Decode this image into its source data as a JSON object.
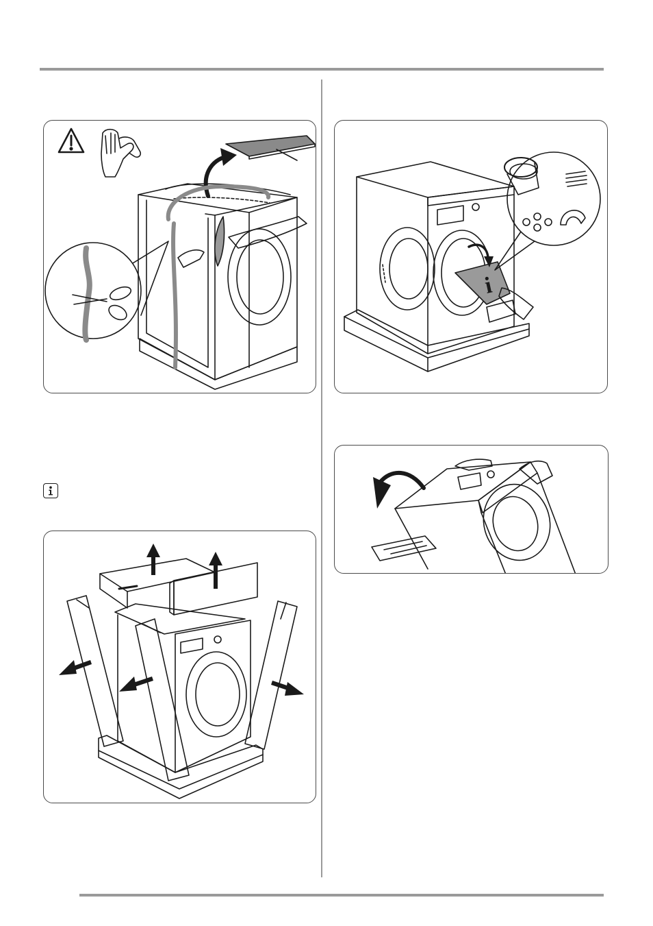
{
  "page": {
    "figures": [
      {
        "id": "remove-top-packaging",
        "icons": [
          "warning-icon",
          "gloves-icon",
          "scissors-icon",
          "curved-arrow-icon"
        ]
      },
      {
        "id": "open-door-remove-accessories",
        "icons": [
          "info-sheet-icon",
          "hose-icon",
          "screws-icon",
          "spacers-icon",
          "hose-guide-icon"
        ]
      },
      {
        "id": "remove-side-panels",
        "icons": [
          "up-arrow-icon",
          "side-arrow-icon"
        ]
      },
      {
        "id": "tilt-machine-back",
        "icons": [
          "rotate-arrow-icon"
        ]
      }
    ],
    "note_icon": "info-icon",
    "colors": {
      "rule": "#9a9a9a",
      "line": "#1a1a1a",
      "strap": "#8a8a8a",
      "sheet": "#9a9a9a"
    }
  }
}
